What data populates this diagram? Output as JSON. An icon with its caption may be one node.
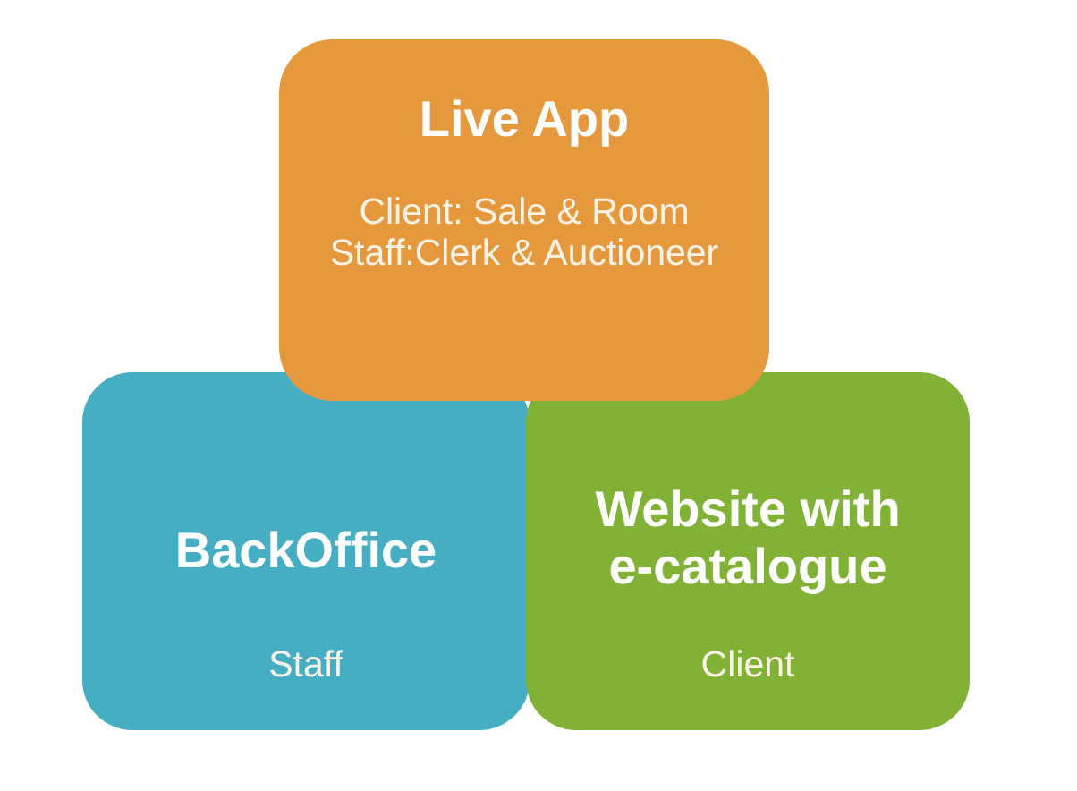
{
  "diagram": {
    "nodes": [
      {
        "text": [
          "Live App",
          "Client: Sale & Room",
          "Staff:Clerk & Auctioneer"
        ]
      },
      {
        "text": [
          "BackOffice",
          "Staff"
        ]
      },
      {
        "text": [
          "Website with e-catalogue",
          "Client"
        ]
      }
    ]
  }
}
